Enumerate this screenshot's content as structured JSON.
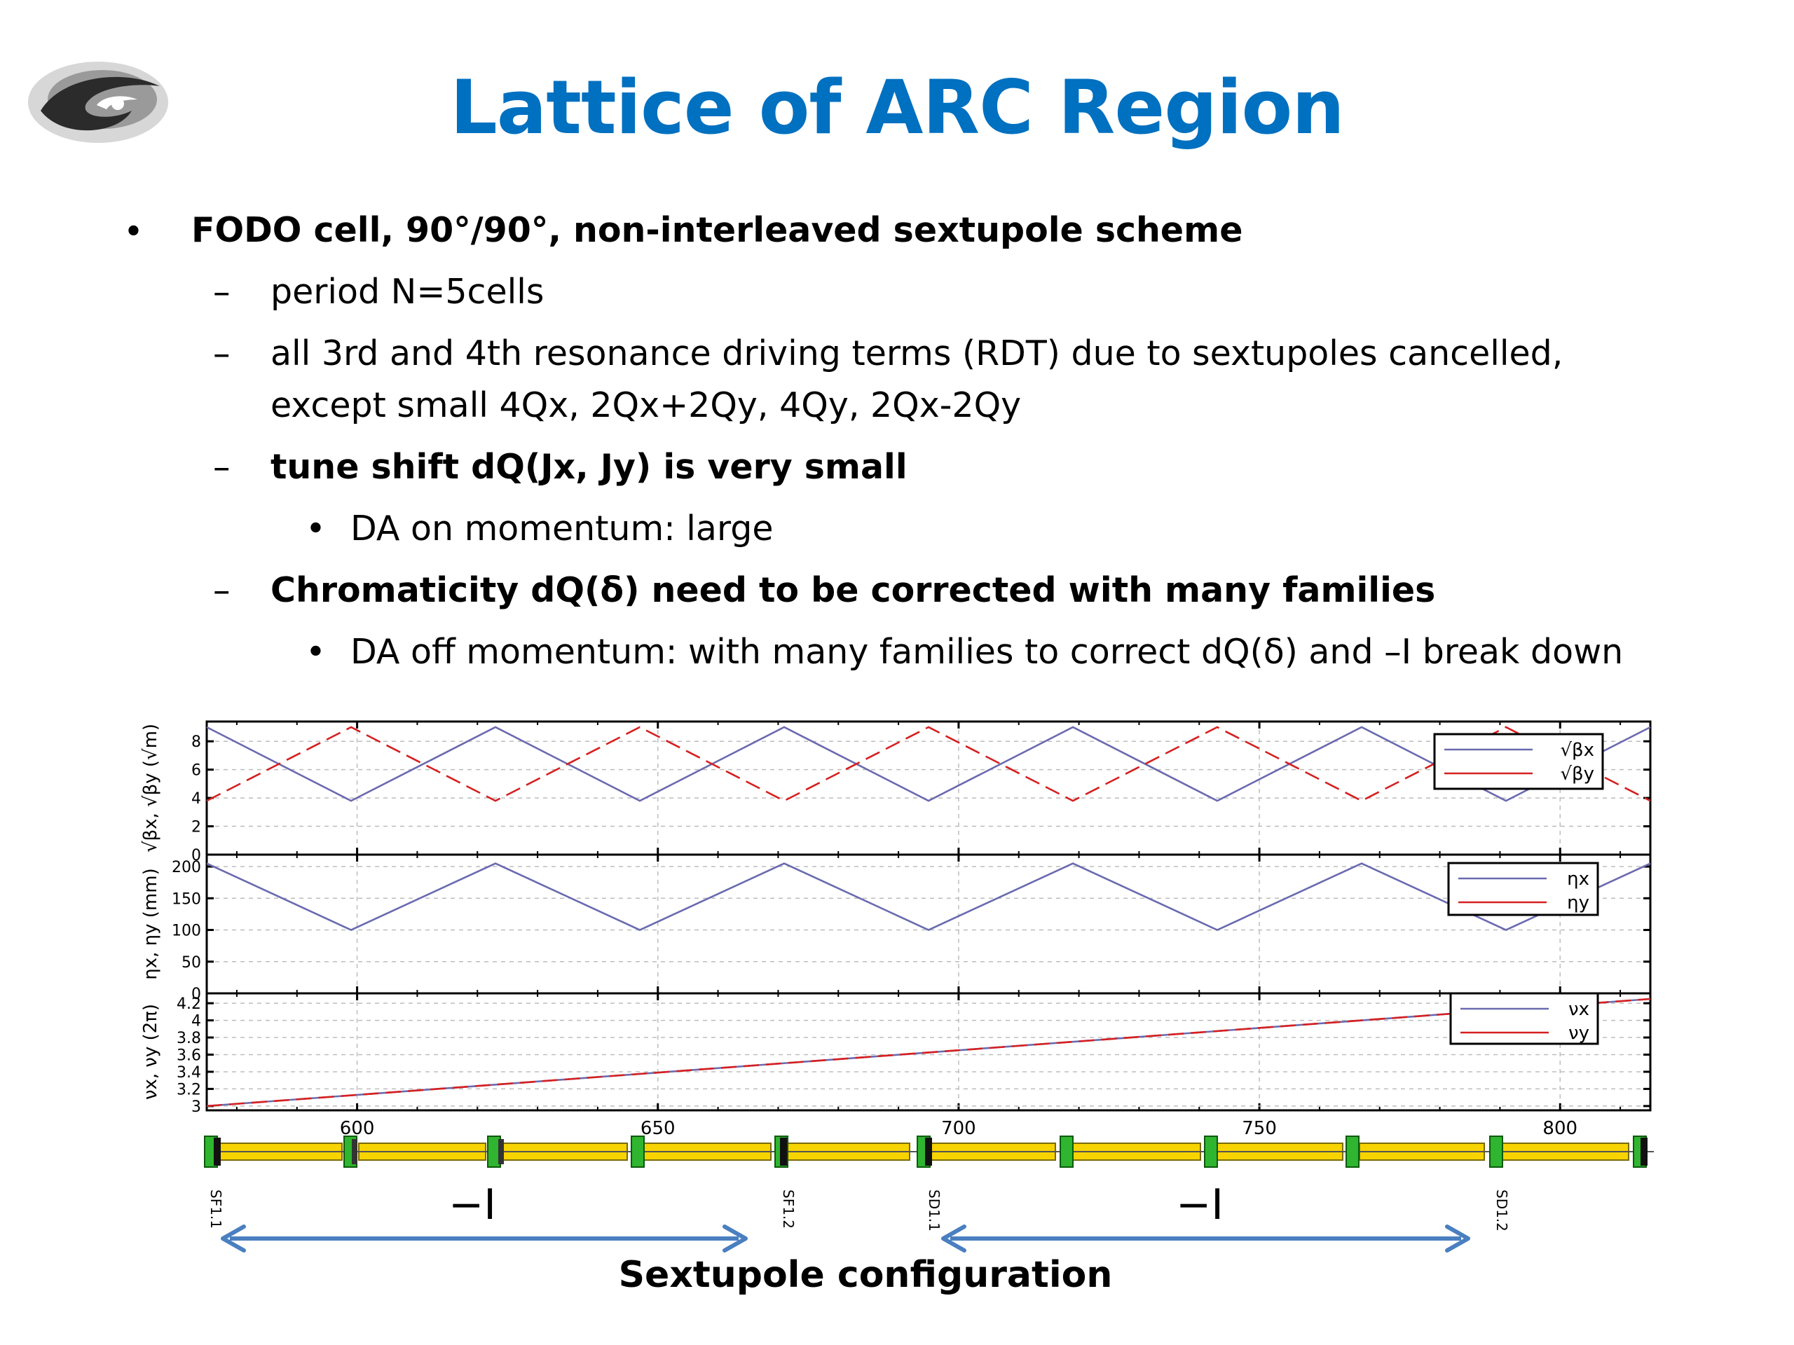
{
  "title": "Lattice of ARC Region",
  "bullets": {
    "main": "FODO cell, 90°/90°, non-interleaved sextupole scheme",
    "period": "period N=5cells",
    "rdt_line1": "all 3rd  and 4th resonance driving terms (RDT) due to sextupoles cancelled,",
    "rdt_line2": "except small 4Qx, 2Qx+2Qy, 4Qy, 2Qx-2Qy",
    "tune_shift": "tune shift dQ(Jx, Jy) is very small",
    "da_on": "DA on momentum: large",
    "chromaticity": "Chromaticity dQ(δ) need to be corrected with many families",
    "da_off": "DA off momentum: with many families to correct dQ(δ) and –I break down"
  },
  "figure": {
    "caption": "Sextupole configuration",
    "minus_i_label": "−I",
    "element_labels": [
      "SF1.1",
      "SF1.2",
      "SD1.1",
      "SD1.2"
    ],
    "colors": {
      "series_x": "#6a6ab0",
      "series_y": "#d62020",
      "dipole": "#f7d400",
      "quad": "#2fb52f",
      "arrow": "#4a7fc0"
    }
  },
  "chart_data": [
    {
      "type": "line",
      "ylabel": "√βx, √βy (√m)",
      "x_range": [
        575,
        815
      ],
      "ylim": [
        0,
        9
      ],
      "yticks": [
        0,
        2,
        4,
        6,
        8
      ],
      "grid": true,
      "legend": "top-right",
      "series": [
        {
          "name": "√βx",
          "x": [
            575,
            599,
            623,
            647,
            671,
            695,
            719,
            743,
            767,
            791,
            815
          ],
          "values": [
            9.0,
            3.8,
            9.0,
            3.8,
            9.0,
            3.8,
            9.0,
            3.8,
            9.0,
            3.8,
            9.0
          ]
        },
        {
          "name": "√βy",
          "x": [
            575,
            599,
            623,
            647,
            671,
            695,
            719,
            743,
            767,
            791,
            815
          ],
          "values": [
            3.8,
            9.0,
            3.8,
            9.0,
            3.8,
            9.0,
            3.8,
            9.0,
            3.8,
            9.0,
            3.8
          ]
        }
      ]
    },
    {
      "type": "line",
      "ylabel": "ηx, ηy (mm)",
      "x_range": [
        575,
        815
      ],
      "ylim": [
        0,
        210
      ],
      "yticks": [
        0,
        50,
        100,
        150,
        200
      ],
      "grid": true,
      "legend": "top-right",
      "series": [
        {
          "name": "ηx",
          "x": [
            575,
            599,
            623,
            647,
            671,
            695,
            719,
            743,
            767,
            791,
            815
          ],
          "values": [
            205,
            100,
            205,
            100,
            205,
            100,
            205,
            100,
            205,
            100,
            205
          ]
        },
        {
          "name": "ηy",
          "x": [
            575,
            815
          ],
          "values": [
            0,
            0
          ]
        }
      ]
    },
    {
      "type": "line",
      "ylabel": "νx, νy (2π)",
      "x_range": [
        575,
        815
      ],
      "ylim": [
        2.95,
        4.25
      ],
      "yticks": [
        3,
        3.2,
        3.4,
        3.6,
        3.8,
        4,
        4.2
      ],
      "xticks": [
        600,
        650,
        700,
        750,
        800
      ],
      "grid": true,
      "legend": "top-right",
      "series": [
        {
          "name": "νx",
          "x": [
            575,
            695,
            815
          ],
          "values": [
            3.0,
            3.625,
            4.25
          ]
        },
        {
          "name": "νy",
          "x": [
            575,
            695,
            815
          ],
          "values": [
            3.0,
            3.625,
            4.25
          ]
        }
      ]
    }
  ]
}
